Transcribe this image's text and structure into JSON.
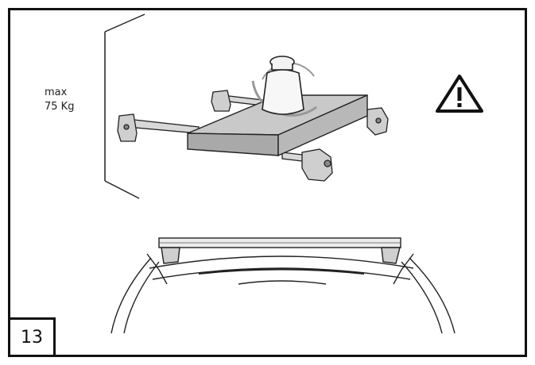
{
  "load_label": {
    "line1": "max",
    "line2": "75 Kg"
  },
  "step_number": "13",
  "icons": {
    "warning": "warning-triangle-icon",
    "weight": "weight-icon"
  },
  "colors": {
    "line": "#222222",
    "board_top": "#c9c9c9",
    "board_side": "#a9a9a9",
    "bar": "#d8d8d8"
  }
}
